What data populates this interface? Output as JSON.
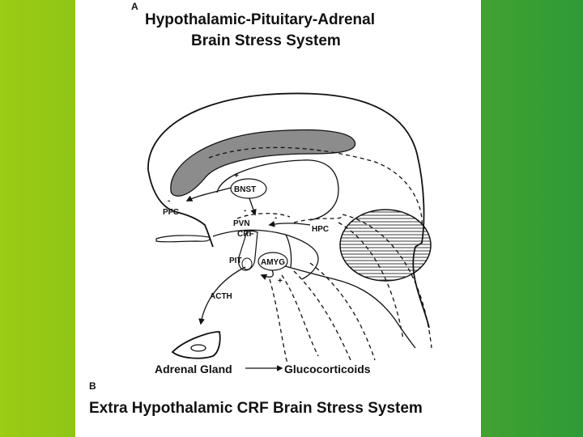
{
  "panel_a": {
    "letter": "A",
    "title_line1": "Hypothalamic-Pituitary-Adrenal",
    "title_line2": "Brain Stress System"
  },
  "labels": {
    "bnst": "BNST",
    "pfc": "PFC",
    "pvn": "PVN",
    "crf": "CRF",
    "hpc": "HPC",
    "pit": "PIT",
    "amyg": "AMYG",
    "acth": "ACTH",
    "plus": "+",
    "minus": "-"
  },
  "captions": {
    "adrenal": "Adrenal Gland",
    "glucocorticoids": "Glucocorticoids"
  },
  "panel_b": {
    "letter": "B",
    "title": "Extra Hypothalamic CRF Brain Stress System"
  }
}
